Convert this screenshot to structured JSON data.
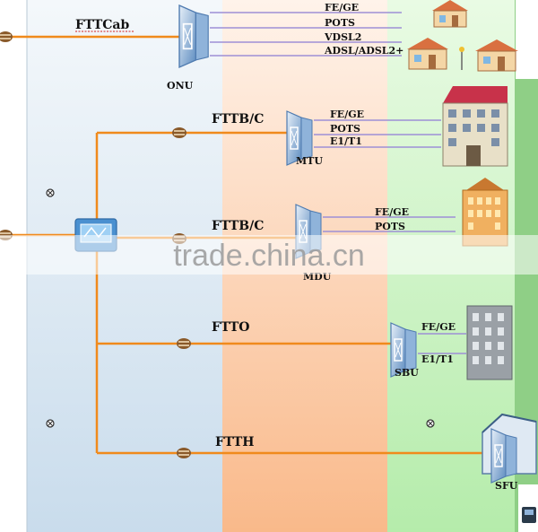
{
  "colors": {
    "zone_blue": "#dde9f2",
    "zone_orange": "#fbd3b3",
    "zone_green": "#c8f3c0",
    "zone_green_dark": "#8fcf86",
    "fiber_orange": "#f08a1c",
    "copper_purple": "#9d8fd6",
    "device_blue": "#6f9ccc",
    "text": "#111111"
  },
  "feeder": {
    "name": "FTTCab"
  },
  "branches": [
    {
      "id": "fttcab",
      "device": "ONU",
      "services": [
        "FE/GE",
        "POTS",
        "VDSL2",
        "ADSL/ADSL2+"
      ]
    },
    {
      "id": "fttb1",
      "name": "FTTB/C",
      "device": "MTU",
      "services": [
        "FE/GE",
        "POTS",
        "E1/T1"
      ]
    },
    {
      "id": "fttb2",
      "name": "FTTB/C",
      "device": "MDU",
      "services": [
        "FE/GE",
        "POTS"
      ]
    },
    {
      "id": "ftto",
      "name": "FTTO",
      "device": "SBU",
      "services": [
        "FE/GE",
        "E1/T1"
      ]
    },
    {
      "id": "ftth",
      "name": "FTTH",
      "device": "SFU",
      "services": []
    }
  ],
  "watermark": "trade.china.cn"
}
